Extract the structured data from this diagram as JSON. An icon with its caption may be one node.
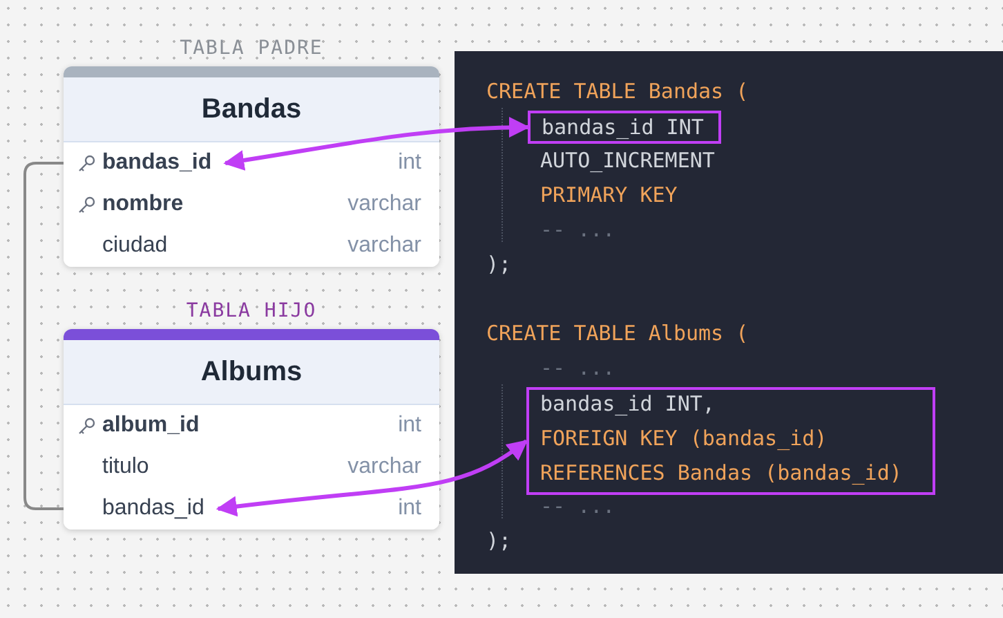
{
  "diagram": {
    "nodes": [
      {
        "text": [
          "TABLA PADRE",
          "Bandas"
        ]
      },
      {
        "text": [
          "bandas_id",
          "int"
        ],
        "in": 0
      },
      {
        "text": [
          "nombre",
          "varchar"
        ],
        "in": 0
      },
      {
        "text": [
          "ciudad",
          "varchar"
        ],
        "in": 0
      },
      {
        "text": [
          "TABLA HIJO",
          "Albums"
        ]
      },
      {
        "text": [
          "album_id",
          "int"
        ],
        "in": 4
      },
      {
        "text": [
          "titulo",
          "varchar"
        ],
        "in": 4
      },
      {
        "text": [
          "bandas_id",
          "int"
        ],
        "in": 4
      },
      {
        "text": [],
        "shape": "box"
      },
      {
        "text": [
          "bandas_id INT"
        ],
        "in": 8
      },
      {
        "text": [
          "bandas_id INT,",
          "FOREIGN KEY (bandas_id)",
          "REFERENCES Bandas (bandas_id)"
        ],
        "in": 8
      }
    ],
    "edges": [
      {
        "from": 1,
        "to": 7,
        "arrow": "none",
        "color": "#888888"
      },
      {
        "from": 9,
        "to": 1,
        "arrow": "both",
        "color": "#c03ef5"
      },
      {
        "from": 10,
        "to": 7,
        "arrow": "both",
        "color": "#c03ef5"
      }
    ],
    "labels": [
      "CREATE TABLE Bandas (",
      "AUTO_INCREMENT",
      "PRIMARY KEY",
      "-- ...",
      ");",
      "CREATE TABLE Albums (",
      "-- ...",
      "-- ...",
      ");"
    ]
  }
}
